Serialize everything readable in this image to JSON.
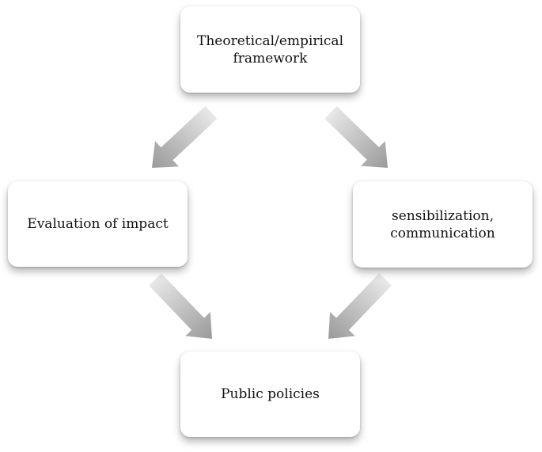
{
  "nodes": {
    "top": {
      "line1": "Theoretical/empirical",
      "line2": "framework"
    },
    "left": {
      "line1": "Evaluation of impact"
    },
    "right": {
      "line1": "sensibilization,",
      "line2": "communication"
    },
    "bottom": {
      "line1": "Public policies"
    }
  },
  "arrows": [
    {
      "from": "top",
      "to": "right"
    },
    {
      "from": "right",
      "to": "bottom"
    },
    {
      "from": "left",
      "to": "bottom"
    },
    {
      "from": "top",
      "to": "left"
    }
  ],
  "colors": {
    "arrow_light": "#e8e8e8",
    "arrow_dark": "#9a9a9a",
    "node_fill": "#ffffff",
    "text": "#111111"
  }
}
